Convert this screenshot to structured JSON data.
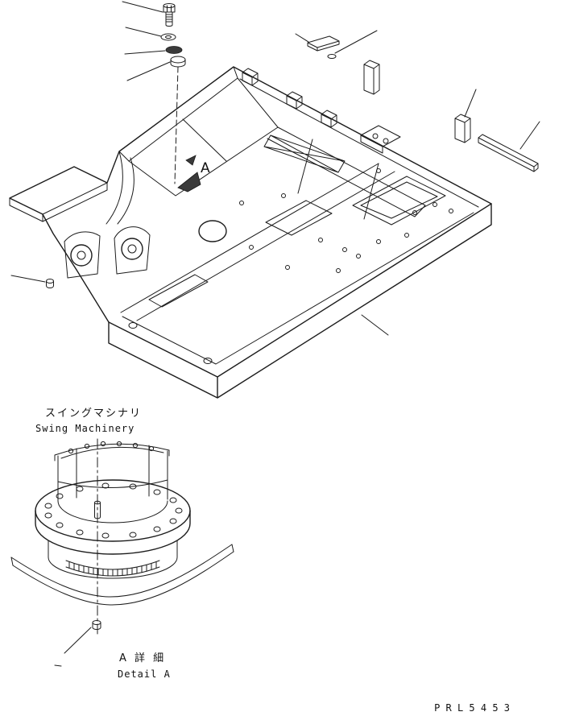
{
  "labels": {
    "view_marker": "A",
    "swing_machinery_jp": "スイングマシナリ",
    "swing_machinery_en": "Swing Machinery",
    "detail_jp": "A 詳 細",
    "detail_en": "Detail A",
    "drawing_code": "P R L 5 4 5 3"
  },
  "colors": {
    "line": "#1c1c1c",
    "background": "#ffffff"
  }
}
